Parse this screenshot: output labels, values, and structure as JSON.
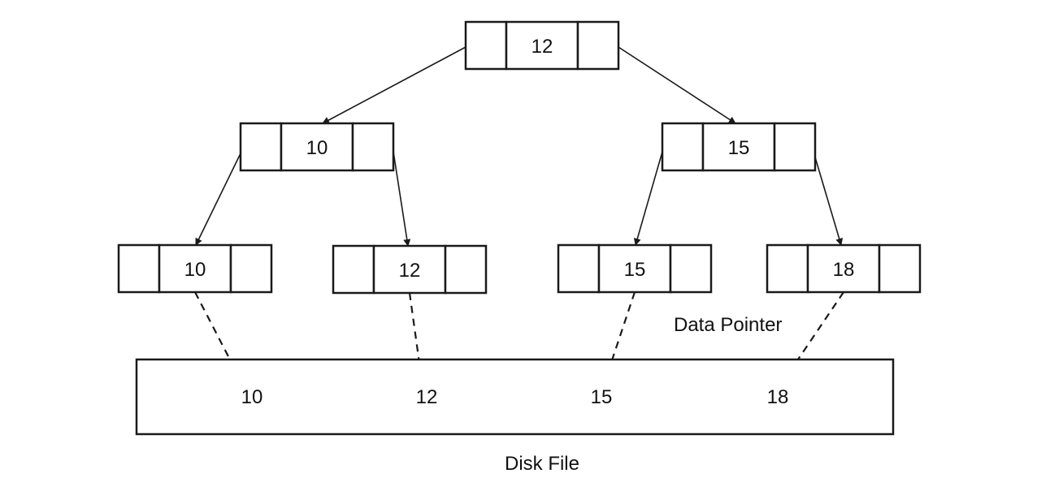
{
  "tree": {
    "nodes": [
      {
        "id": "root",
        "key": "12"
      },
      {
        "id": "internal-left",
        "key": "10"
      },
      {
        "id": "internal-right",
        "key": "15"
      },
      {
        "id": "leaf-1",
        "key": "10"
      },
      {
        "id": "leaf-2",
        "key": "12"
      },
      {
        "id": "leaf-3",
        "key": "15"
      },
      {
        "id": "leaf-4",
        "key": "18"
      }
    ],
    "edges": [
      {
        "from": "root",
        "to": "internal-left"
      },
      {
        "from": "root",
        "to": "internal-right"
      },
      {
        "from": "internal-left",
        "to": "leaf-1"
      },
      {
        "from": "internal-left",
        "to": "leaf-2"
      },
      {
        "from": "internal-right",
        "to": "leaf-3"
      },
      {
        "from": "internal-right",
        "to": "leaf-4"
      }
    ]
  },
  "pointer_label": "Data Pointer",
  "disk": {
    "label": "Disk File",
    "records": [
      "10",
      "12",
      "15",
      "18"
    ]
  }
}
